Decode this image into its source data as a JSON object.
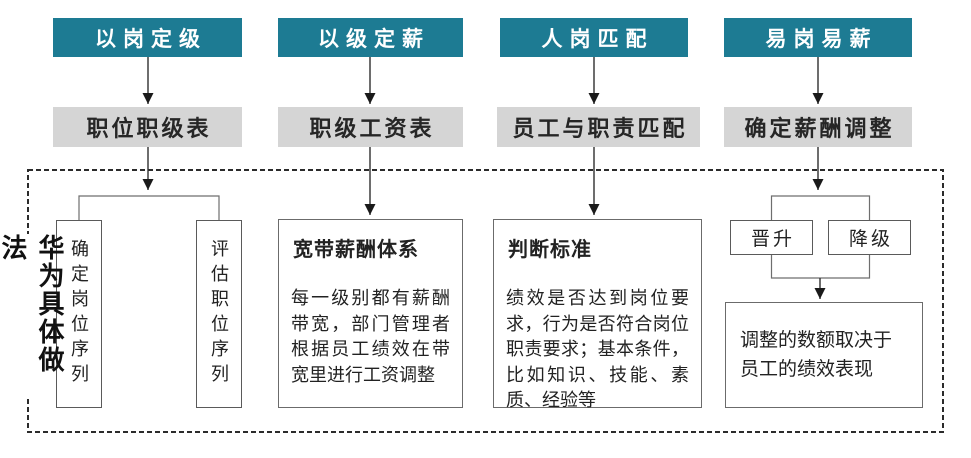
{
  "palette": {
    "header_bg": "#1d7b93",
    "header_text": "#ffffff",
    "step_bg": "#d5d5d5",
    "box_border": "#6b6b6b",
    "text": "#222222"
  },
  "side_label": "华为具体做法",
  "columns": [
    {
      "header": "以岗定级",
      "step": "职位职级表",
      "branches": [
        "确定岗位序列",
        "评估职位序列"
      ]
    },
    {
      "header": "以级定薪",
      "step": "职级工资表",
      "card": {
        "title": "宽带薪酬体系",
        "body": "每一级别都有薪酬带宽，部门管理者根据员工绩效在带宽里进行工资调整"
      }
    },
    {
      "header": "人岗匹配",
      "step": "员工与职责匹配",
      "card": {
        "title": "判断标准",
        "body": "绩效是否达到岗位要求，行为是否符合岗位职责要求；基本条件，比如知识、技能、素质、经验等"
      }
    },
    {
      "header": "易岗易薪",
      "step": "确定薪酬调整",
      "options": [
        "晋升",
        "降级"
      ],
      "result": "调整的数额取决于员工的绩效表现"
    }
  ]
}
